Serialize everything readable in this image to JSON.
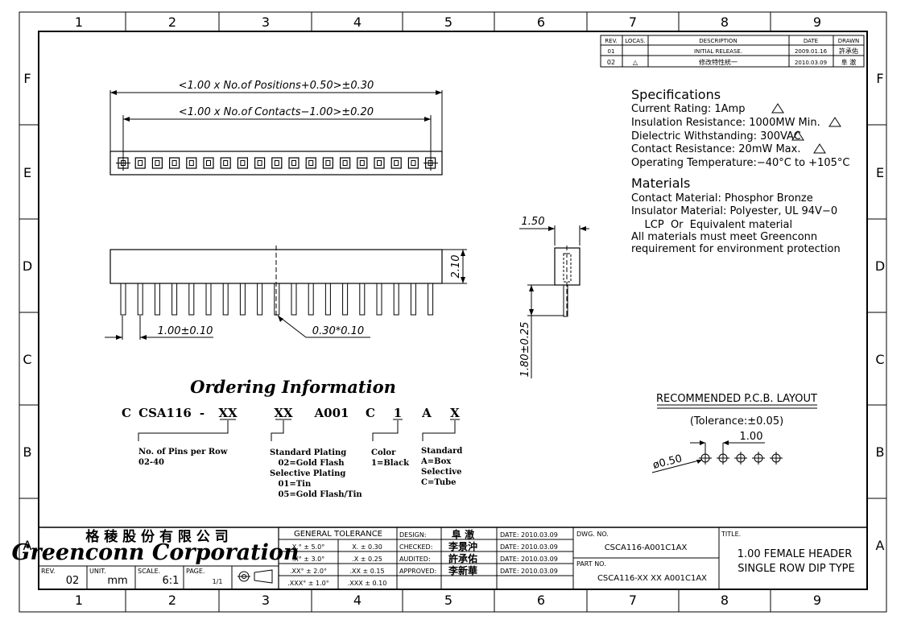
{
  "zones": {
    "columns": [
      "1",
      "2",
      "3",
      "4",
      "5",
      "6",
      "7",
      "8",
      "9"
    ],
    "rows": [
      "F",
      "E",
      "D",
      "C",
      "B",
      "A"
    ]
  },
  "revision_table": {
    "headers": [
      "REV.",
      "LOCAS.",
      "DESCRIPTION",
      "DATE",
      "DRAWN"
    ],
    "rows": [
      {
        "rev": "01",
        "locas": "",
        "description": "INITIAL RELEASE.",
        "date": "2009.01.16",
        "drawn": "許承佑"
      },
      {
        "rev": "02",
        "locas": "△",
        "description": "修改特性統一",
        "date": "2010.03.09",
        "drawn": "阜 澈"
      }
    ]
  },
  "dimensions": {
    "overall_length": "<1.00 x No.of Positions+0.50>±0.30",
    "contact_span": "<1.00 x No.of Contacts−1.00>±0.20",
    "body_height": "2.10",
    "pitch": "1.00±0.10",
    "pin_size": "0.30*0.10",
    "side_width": "1.50",
    "tail_length": "1.80±0.25"
  },
  "specifications": {
    "heading": "Specifications",
    "lines": [
      "Current Rating:  1Amp",
      "Insulation Resistance:  1000MW Min.",
      "Dielectric Withstanding:  300VAC",
      "Contact Resistance:  20mW Max.",
      "Operating Temperature:−40°C to +105°C"
    ]
  },
  "materials": {
    "heading": "Materials",
    "lines": [
      "Contact Material: Phosphor Bronze",
      "Insulator Material: Polyester, UL 94V−0",
      "    LCP  Or  Equivalent material",
      "All materials must meet Greenconn",
      "requirement for environment protection"
    ]
  },
  "pcb_layout": {
    "title": "RECOMMENDED P.C.B. LAYOUT",
    "tolerance": "(Tolerance:±0.05)",
    "pitch": "1.00",
    "hole": "ø0.50"
  },
  "ordering": {
    "title": "Ordering Information",
    "code_parts": [
      "C",
      "CSA116",
      "-",
      "XX",
      "XX",
      "A001",
      "C",
      "1",
      "A",
      "X"
    ],
    "pins_label": "No. of Pins per Row",
    "pins_range": "02-40",
    "plating_lines": [
      "Standard Plating",
      "   02=Gold Flash",
      "Selective Plating",
      "   01=Tin",
      "   05=Gold Flash/Tin"
    ],
    "color_lines": [
      "Color",
      "1=Black"
    ],
    "packing_lines": [
      "Standard",
      "A=Box",
      "Selective",
      "C=Tube"
    ]
  },
  "title_block": {
    "company_cjk": "格 稜 股 份 有 限 公 司",
    "company": "Greenconn Corporation",
    "rev_label": "REV.",
    "rev": "02",
    "unit_label": "UNIT.",
    "unit": "mm",
    "scale_label": "SCALE.",
    "scale": "6:1",
    "page_label": "PAGE.",
    "page": "1/1",
    "tolerance_title": "GENERAL  TOLERANCE",
    "tolerance_rows": [
      [
        "X.° ± 5.0°",
        "X.   ± 0.30"
      ],
      [
        ".X° ± 3.0°",
        ".X    ± 0.25"
      ],
      [
        ".XX° ± 2.0°",
        ".XX   ± 0.15"
      ],
      [
        ".XXX° ± 1.0°",
        ".XXX  ± 0.10"
      ]
    ],
    "approvals": [
      {
        "label": "DESIGN:",
        "name": "阜  澈",
        "date": "DATE: 2010.03.09"
      },
      {
        "label": "CHECKED:",
        "name": "李景沖",
        "date": "DATE: 2010.03.09"
      },
      {
        "label": "AUDITED:",
        "name": "許承佑",
        "date": "DATE: 2010.03.09"
      },
      {
        "label": "APPROVED:",
        "name": "李新華",
        "date": "DATE: 2010.03.09"
      }
    ],
    "dwg_no_label": "DWG. NO.",
    "dwg_no": "CSCA116-A001C1AX",
    "part_no_label": "PART NO.",
    "part_no": "CSCA116-XX XX A001C1AX",
    "title_label": "TITLE.",
    "title_lines": [
      "1.00 FEMALE HEADER",
      "SINGLE ROW DIP TYPE"
    ]
  }
}
